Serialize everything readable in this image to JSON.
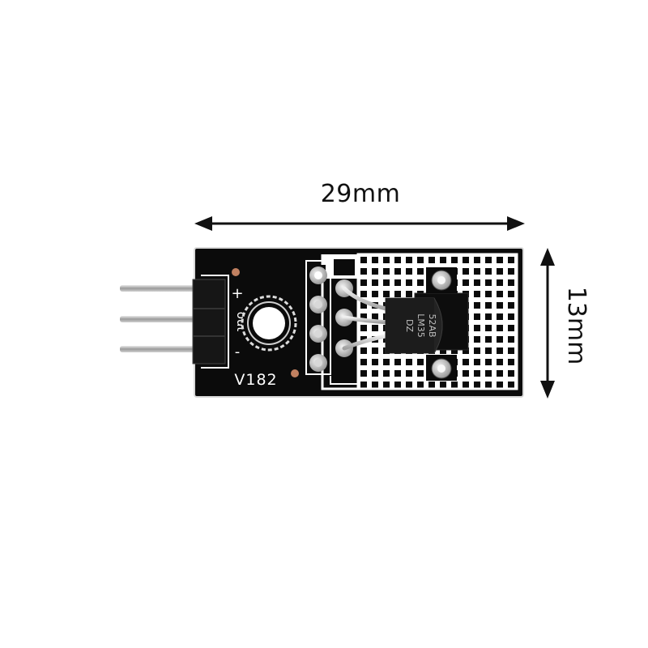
{
  "dimensions": {
    "width_label": "29mm",
    "height_label": "13mm"
  },
  "module": {
    "board_label": "V182",
    "pin_labels": [
      "+",
      "out",
      "-"
    ],
    "sensor_markings": [
      "52AB",
      "LM35",
      "DZ"
    ],
    "colors": {
      "pcb": "#0b0b0b",
      "silkscreen": "#ffffff",
      "pin_metal": "#b9b9b9",
      "header_plastic": "#111111"
    }
  }
}
